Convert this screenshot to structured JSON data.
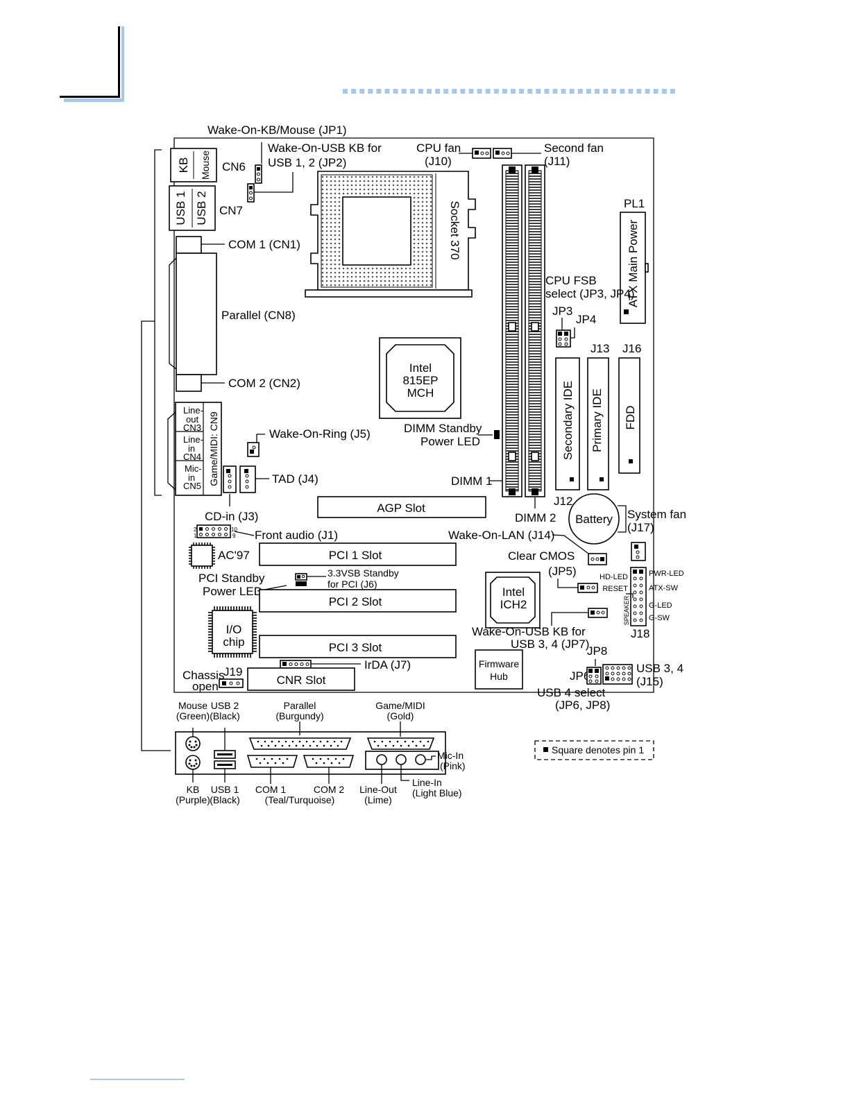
{
  "labels": {
    "wake_kb_mouse": "Wake-On-KB/Mouse (JP1)",
    "wake_usb_kb_12_a": "Wake-On-USB KB for",
    "wake_usb_kb_12_b": "USB 1, 2 (JP2)",
    "cpu_fan_a": "CPU fan",
    "cpu_fan_b": "(J10)",
    "second_fan_a": "Second fan",
    "second_fan_b": "(J11)",
    "kb": "KB",
    "mouse": "Mouse",
    "cn6": "CN6",
    "usb1": "USB 1",
    "usb2": "USB 2",
    "cn7": "CN7",
    "com1_cn1": "COM 1 (CN1)",
    "parallel_cn8": "Parallel (CN8)",
    "com2_cn2": "COM 2 (CN2)",
    "socket": "Socket 370",
    "pl1": "PL1",
    "atx_power": "ATX Main Power",
    "cpu_fsb_a": "CPU FSB",
    "cpu_fsb_b": "select (JP3, JP4)",
    "jp3": "JP3",
    "jp4": "JP4",
    "j13": "J13",
    "j16": "J16",
    "mch_1": "Intel",
    "mch_2": "815EP",
    "mch_3": "MCH",
    "secondary_ide": "Secondary IDE",
    "primary_ide": "Primary IDE",
    "fdd": "FDD",
    "line_out_1": "Line-",
    "line_out_2": "out",
    "cn3": "CN3",
    "line_in_1": "Line-",
    "line_in_2": "in",
    "cn4": "CN4",
    "mic_in_1": "Mic-",
    "mic_in_2": "in",
    "cn5": "CN5",
    "game_midi_cn9": "Game/MIDI: CN9",
    "wake_on_ring": "Wake-On-Ring (J5)",
    "dimm_standby_a": "DIMM Standby",
    "dimm_standby_b": "Power LED",
    "tad": "TAD (J4)",
    "dimm1": "DIMM 1",
    "dimm2": "DIMM 2",
    "j12": "J12",
    "battery": "Battery",
    "system_fan_a": "System fan",
    "system_fan_b": "(J17)",
    "cd_in": "CD-in (J3)",
    "agp_slot": "AGP Slot",
    "front_audio": "Front audio (J1)",
    "fa_pin2": "2",
    "fa_pin1": "1",
    "fa_pin10": "10",
    "fa_pin9": "9",
    "wake_on_lan": "Wake-On-LAN (J14)",
    "ac97": "AC'97",
    "pci1": "PCI 1 Slot",
    "clear_cmos_a": "Clear CMOS",
    "clear_cmos_b": "(JP5)",
    "pci_standby_a": "PCI Standby",
    "pci_standby_b": "Power LED",
    "vsb_a": "3.3VSB Standby",
    "vsb_b": "for PCI (J6)",
    "hd_led": "HD-LED",
    "pwr_led": "PWR-LED",
    "reset": "RESET",
    "atx_sw": "ATX-SW",
    "speaker": "SPEAKER",
    "g_led": "G-LED",
    "g_sw": "G-SW",
    "j18": "J18",
    "ich2_1": "Intel",
    "ich2_2": "ICH2",
    "pci2": "PCI 2 Slot",
    "io_1": "I/O",
    "io_2": "chip",
    "wake_usb_kb_34_a": "Wake-On-USB KB for",
    "wake_usb_kb_34_b": "USB 3, 4 (JP7)",
    "pci3": "PCI 3 Slot",
    "jp8": "JP8",
    "jp6": "JP6",
    "usb34_a": "USB 3, 4",
    "usb34_b": "(J15)",
    "firmware_1": "Firmware",
    "firmware_2": "Hub",
    "chassis_a": "Chassis",
    "chassis_b": "open",
    "j19": "J19",
    "irda": "IrDA (J7)",
    "cnr_slot": "CNR Slot",
    "usb4_sel_a": "USB 4 select",
    "usb4_sel_b": "(JP6, JP8)"
  },
  "io_panel": {
    "mouse_a": "Mouse",
    "mouse_b": "(Green)",
    "usb2_a": "USB 2",
    "usb2_b": "(Black)",
    "parallel_a": "Parallel",
    "parallel_b": "(Burgundy)",
    "game_a": "Game/MIDI",
    "game_b": "(Gold)",
    "mic_a": "Mic-In",
    "mic_b": "(Pink)",
    "kb_a": "KB",
    "kb_b": "(Purple)",
    "usb1_a": "USB 1",
    "usb1_b": "(Black)",
    "com1": "COM 1",
    "com2": "COM 2",
    "com_color": "(Teal/Turquoise)",
    "lineout_a": "Line-Out",
    "lineout_b": "(Lime)",
    "linein_a": "Line-In",
    "linein_b": "(Light Blue)"
  },
  "legend": {
    "pin1_note": "Square denotes pin 1"
  },
  "colors": {
    "accent": "#a9c8e8",
    "ink": "#000000"
  }
}
